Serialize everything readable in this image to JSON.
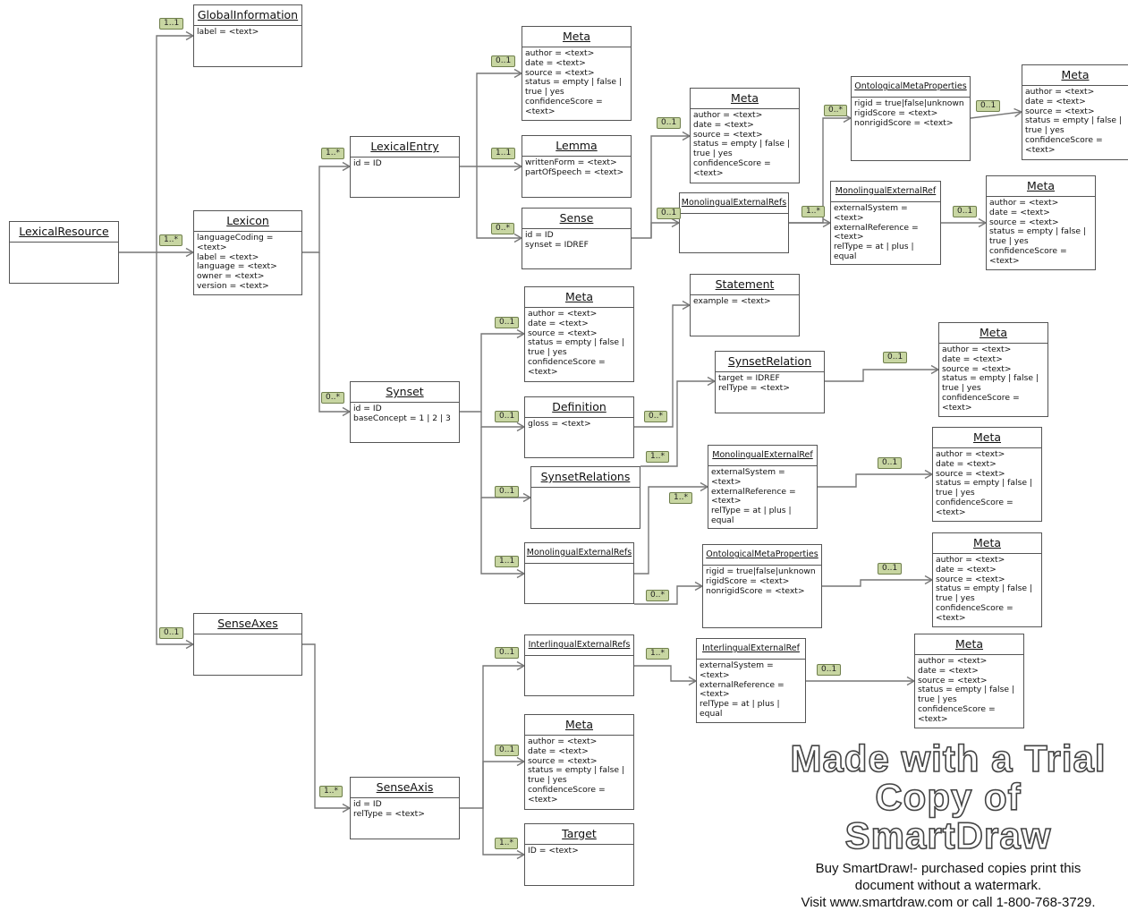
{
  "classes": [
    {
      "id": "LexicalResource",
      "title": "LexicalResource",
      "attrs": []
    },
    {
      "id": "GlobalInformation",
      "title": "GlobalInformation",
      "attrs": [
        "label = <text>"
      ]
    },
    {
      "id": "Lexicon",
      "title": "Lexicon",
      "attrs": [
        "languageCoding = <text>",
        "label = <text>",
        "language = <text>",
        "owner = <text>",
        "version = <text>"
      ]
    },
    {
      "id": "SenseAxes",
      "title": "SenseAxes",
      "attrs": []
    },
    {
      "id": "LexicalEntry",
      "title": "LexicalEntry",
      "attrs": [
        "id = ID"
      ]
    },
    {
      "id": "Synset",
      "title": "Synset",
      "attrs": [
        "id = ID",
        "baseConcept = 1 | 2 | 3"
      ]
    },
    {
      "id": "SenseAxis",
      "title": "SenseAxis",
      "attrs": [
        "id = ID",
        "relType = <text>"
      ]
    },
    {
      "id": "Meta1",
      "title": "Meta",
      "attrs": [
        "author = <text>",
        "date = <text>",
        "source = <text>",
        "status = empty | false | true | yes",
        "confidenceScore = <text>"
      ]
    },
    {
      "id": "Lemma",
      "title": "Lemma",
      "attrs": [
        "writtenForm = <text>",
        "partOfSpeech = <text>"
      ]
    },
    {
      "id": "Sense",
      "title": "Sense",
      "attrs": [
        "id = ID",
        "synset = IDREF"
      ]
    },
    {
      "id": "Meta2",
      "title": "Meta",
      "attrs": [
        "author = <text>",
        "date = <text>",
        "source = <text>",
        "status = empty | false | true | yes",
        "confidenceScore = <text>"
      ]
    },
    {
      "id": "MER1",
      "title": "MonolingualExternalRefs",
      "attrs": []
    },
    {
      "id": "OMP1",
      "title": "OntologicalMetaProperties",
      "attrs": [
        "rigid = true|false|unknown",
        "rigidScore = <text>",
        "nonrigidScore = <text>"
      ]
    },
    {
      "id": "Meta3",
      "title": "Meta",
      "attrs": [
        "author = <text>",
        "date = <text>",
        "source = <text>",
        "status = empty | false | true | yes",
        "confidenceScore = <text>"
      ]
    },
    {
      "id": "MERef1",
      "title": "MonolingualExternalRef",
      "attrs": [
        "externalSystem = <text>",
        "externalReference = <text>",
        "relType = at | plus | equal"
      ]
    },
    {
      "id": "Meta4",
      "title": "Meta",
      "attrs": [
        "author = <text>",
        "date = <text>",
        "source = <text>",
        "status = empty | false | true | yes",
        "confidenceScore = <text>"
      ]
    },
    {
      "id": "Meta5",
      "title": "Meta",
      "attrs": [
        "author = <text>",
        "date = <text>",
        "source = <text>",
        "status = empty | false | true | yes",
        "confidenceScore = <text>"
      ]
    },
    {
      "id": "Statement",
      "title": "Statement",
      "attrs": [
        "example = <text>"
      ]
    },
    {
      "id": "Definition",
      "title": "Definition",
      "attrs": [
        "gloss = <text>"
      ]
    },
    {
      "id": "SynsetRelation",
      "title": "SynsetRelation",
      "attrs": [
        "target = IDREF",
        "relType = <text>"
      ]
    },
    {
      "id": "Meta6",
      "title": "Meta",
      "attrs": [
        "author = <text>",
        "date = <text>",
        "source = <text>",
        "status = empty | false | true | yes",
        "confidenceScore = <text>"
      ]
    },
    {
      "id": "SynsetRelations",
      "title": "SynsetRelations",
      "attrs": []
    },
    {
      "id": "MERef2",
      "title": "MonolingualExternalRef",
      "attrs": [
        "externalSystem = <text>",
        "externalReference = <text>",
        "relType = at | plus | equal"
      ]
    },
    {
      "id": "Meta7",
      "title": "Meta",
      "attrs": [
        "author = <text>",
        "date = <text>",
        "source = <text>",
        "status = empty | false | true | yes",
        "confidenceScore = <text>"
      ]
    },
    {
      "id": "MER2",
      "title": "MonolingualExternalRefs",
      "attrs": []
    },
    {
      "id": "OMP2",
      "title": "OntologicalMetaProperties",
      "attrs": [
        "rigid = true|false|unknown",
        "rigidScore = <text>",
        "nonrigidScore = <text>"
      ]
    },
    {
      "id": "Meta8",
      "title": "Meta",
      "attrs": [
        "author = <text>",
        "date = <text>",
        "source = <text>",
        "status = empty | false | true | yes",
        "confidenceScore = <text>"
      ]
    },
    {
      "id": "IER",
      "title": "InterlingualExternalRefs",
      "attrs": []
    },
    {
      "id": "IERef",
      "title": "InterlingualExternalRef",
      "attrs": [
        "externalSystem = <text>",
        "externalReference = <text>",
        "relType = at | plus | equal"
      ]
    },
    {
      "id": "Meta9",
      "title": "Meta",
      "attrs": [
        "author = <text>",
        "date = <text>",
        "source = <text>",
        "status = empty | false | true | yes",
        "confidenceScore = <text>"
      ]
    },
    {
      "id": "Meta10",
      "title": "Meta",
      "attrs": [
        "author = <text>",
        "date = <text>",
        "source = <text>",
        "status = empty | false | true | yes",
        "confidenceScore = <text>"
      ]
    },
    {
      "id": "Target",
      "title": "Target",
      "attrs": [
        "ID = <text>"
      ]
    }
  ],
  "multiplicities": [
    {
      "id": "m-global",
      "label": "1..1"
    },
    {
      "id": "m-lexicon",
      "label": "1..*"
    },
    {
      "id": "m-senseaxes",
      "label": "0..1"
    },
    {
      "id": "m-lexentry",
      "label": "1..*"
    },
    {
      "id": "m-synset",
      "label": "0..*"
    },
    {
      "id": "m-senseaxis",
      "label": "1..*"
    },
    {
      "id": "m-meta1",
      "label": "0..1"
    },
    {
      "id": "m-lemma",
      "label": "1..1"
    },
    {
      "id": "m-sense",
      "label": "0..*"
    },
    {
      "id": "m-meta2",
      "label": "0..1"
    },
    {
      "id": "m-mer1",
      "label": "0..1"
    },
    {
      "id": "m-omp1",
      "label": "0..*"
    },
    {
      "id": "m-meta3",
      "label": "0..1"
    },
    {
      "id": "m-meref1",
      "label": "1..*"
    },
    {
      "id": "m-meta4",
      "label": "0..1"
    },
    {
      "id": "m-meta5",
      "label": "0..1"
    },
    {
      "id": "m-def",
      "label": "0..1"
    },
    {
      "id": "m-stmt",
      "label": "0..*"
    },
    {
      "id": "m-synrels",
      "label": "0..1"
    },
    {
      "id": "m-synrel",
      "label": "1..*"
    },
    {
      "id": "m-meta6",
      "label": "0..1"
    },
    {
      "id": "m-mer2",
      "label": "1..1"
    },
    {
      "id": "m-meref2",
      "label": "1..*"
    },
    {
      "id": "m-meta7",
      "label": "0..1"
    },
    {
      "id": "m-omp2",
      "label": "0..*"
    },
    {
      "id": "m-meta8",
      "label": "0..1"
    },
    {
      "id": "m-ier",
      "label": "0..1"
    },
    {
      "id": "m-ieref",
      "label": "1..*"
    },
    {
      "id": "m-meta9",
      "label": "0..1"
    },
    {
      "id": "m-meta10",
      "label": "0..1"
    },
    {
      "id": "m-target",
      "label": "1..*"
    }
  ],
  "colors": {
    "badge": "#c8d6a2",
    "line": "#777777",
    "border": "#555555"
  },
  "watermark": {
    "line1": "Made with a Trial",
    "line2": "Copy of SmartDraw",
    "note1": "Buy SmartDraw!- purchased copies print this",
    "note2": "document without a watermark.",
    "note3": "Visit www.smartdraw.com or call 1-800-768-3729."
  }
}
